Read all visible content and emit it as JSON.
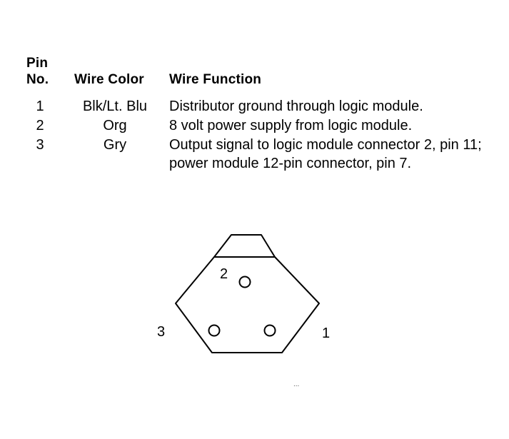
{
  "table": {
    "headers": {
      "pin_line1": "Pin",
      "pin_line2": "No.",
      "wire_color": "Wire Color",
      "wire_function": "Wire Function"
    },
    "rows": [
      {
        "pin": "1",
        "color": "Blk/Lt. Blu",
        "function": "Distributor ground through logic module."
      },
      {
        "pin": "2",
        "color": "Org",
        "function": "8 volt power supply from logic module."
      },
      {
        "pin": "3",
        "color": "Gry",
        "function": "Output signal to logic module connector 2, pin 11; power module 12-pin connector, pin 7."
      }
    ]
  },
  "connector": {
    "pin_labels": {
      "pin2": "2",
      "pin3": "3",
      "pin1": "1"
    },
    "stray_mark": "..."
  }
}
